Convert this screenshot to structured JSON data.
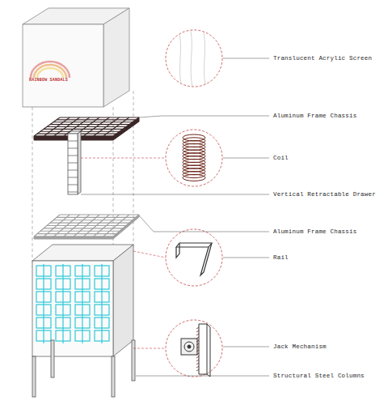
{
  "diagram": {
    "labels": [
      "RAINBOW SANDALS",
      "Translucent Acrylic Screen",
      "Aluminum Frame Chassis",
      "Coil",
      "Vertical Retractable Drawer",
      "Aluminum Frame Chassis",
      "Rail",
      "Jack Mechanism",
      "Structural Steel Columns"
    ]
  }
}
